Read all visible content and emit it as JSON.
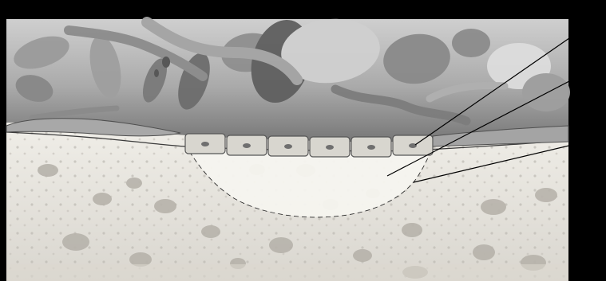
{
  "diagram": {
    "leader_lines": [
      {
        "id": "leader-1"
      },
      {
        "id": "leader-2"
      },
      {
        "id": "leader-3"
      }
    ]
  },
  "colors": {
    "background": "#000000",
    "upper_tissue": "#9a9a9a",
    "upper_tissue_light": "#c8c8c8",
    "lower_tissue": "#e5e2da",
    "cell_fill": "#d9d6cf",
    "nucleus": "#7d7d7d",
    "lines": "#000000"
  }
}
